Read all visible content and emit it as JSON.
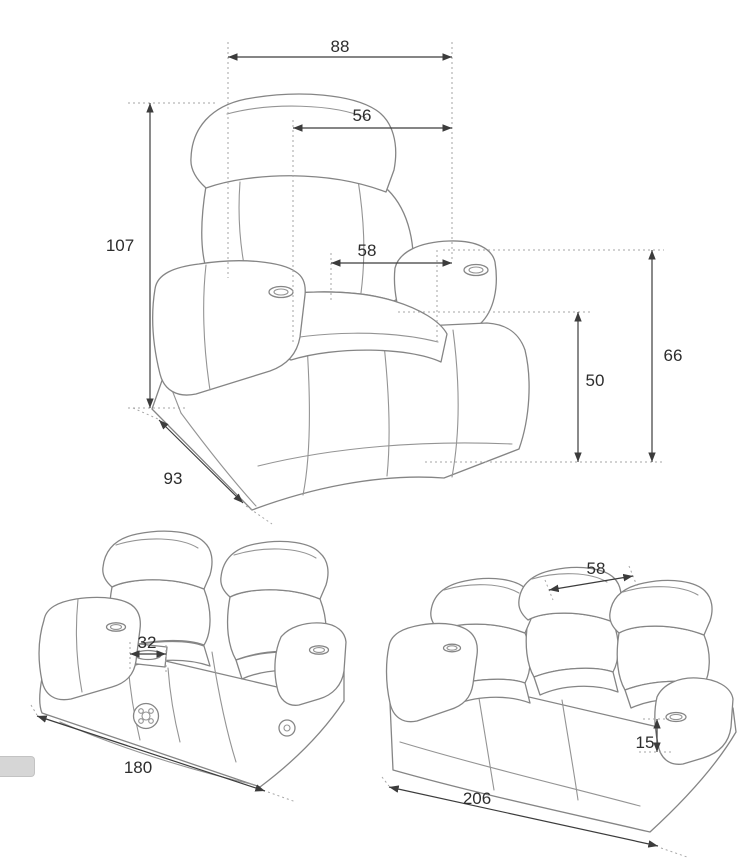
{
  "dimensions": {
    "single": {
      "overall_width": "88",
      "back_width": "56",
      "overall_height": "107",
      "seat_width": "58",
      "seat_height": "50",
      "arm_height": "66",
      "depth": "93"
    },
    "two_seat": {
      "console_width": "32",
      "overall_width": "180"
    },
    "three_seat": {
      "seat_width": "58",
      "arm_front_height": "15",
      "overall_width": "206"
    }
  }
}
